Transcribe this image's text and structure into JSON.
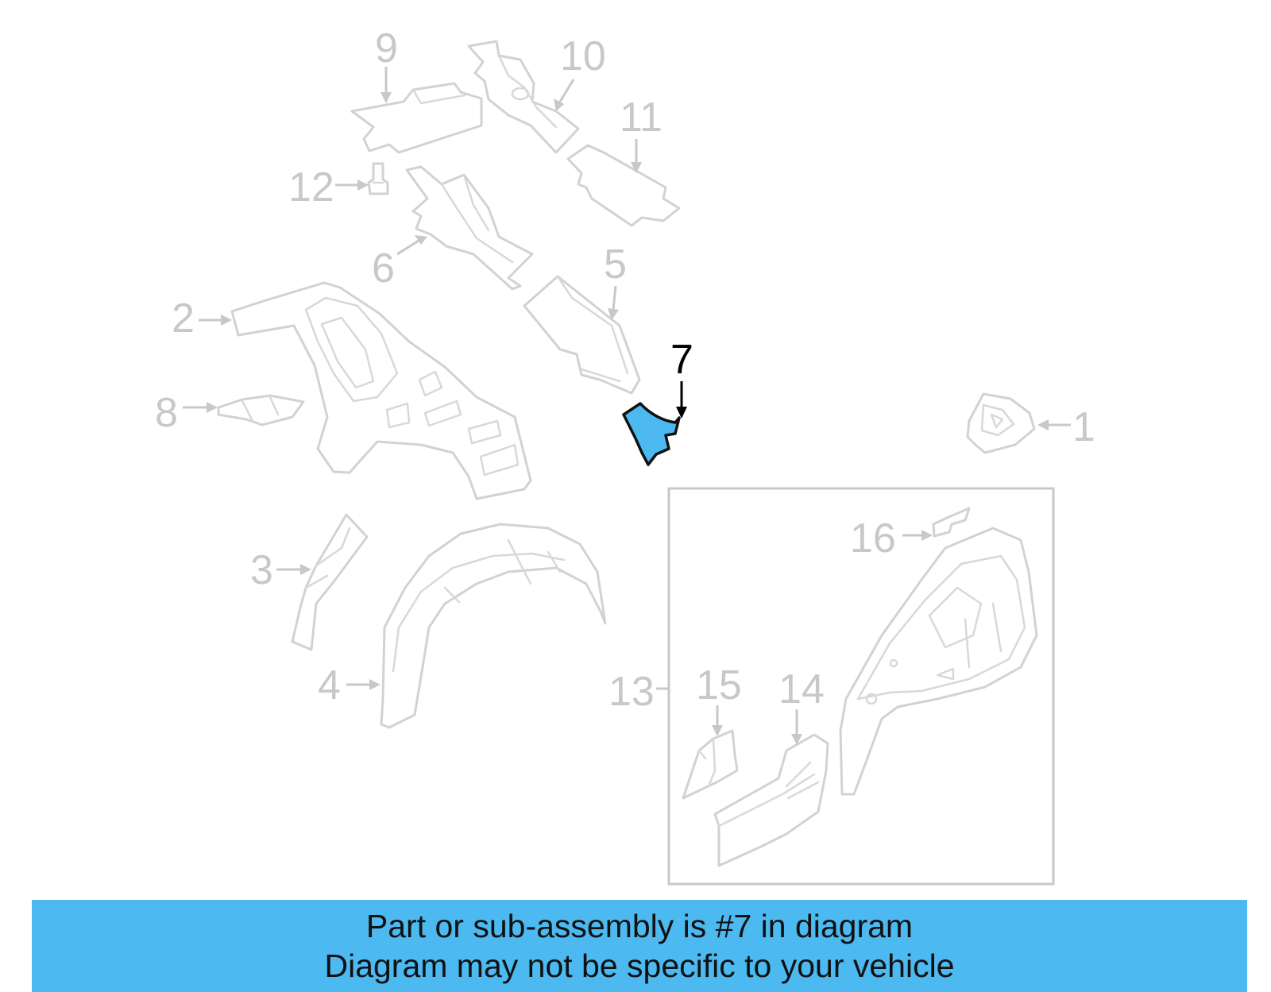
{
  "diagram": {
    "highlighted_part": "7",
    "callouts": [
      "1",
      "2",
      "3",
      "4",
      "5",
      "6",
      "7",
      "8",
      "9",
      "10",
      "11",
      "12",
      "13",
      "14",
      "15",
      "16"
    ]
  },
  "banner": {
    "line1": "Part or sub-assembly is #7 in diagram",
    "line2": "Diagram may not be specific to your vehicle",
    "color": "#4cb9f0"
  }
}
